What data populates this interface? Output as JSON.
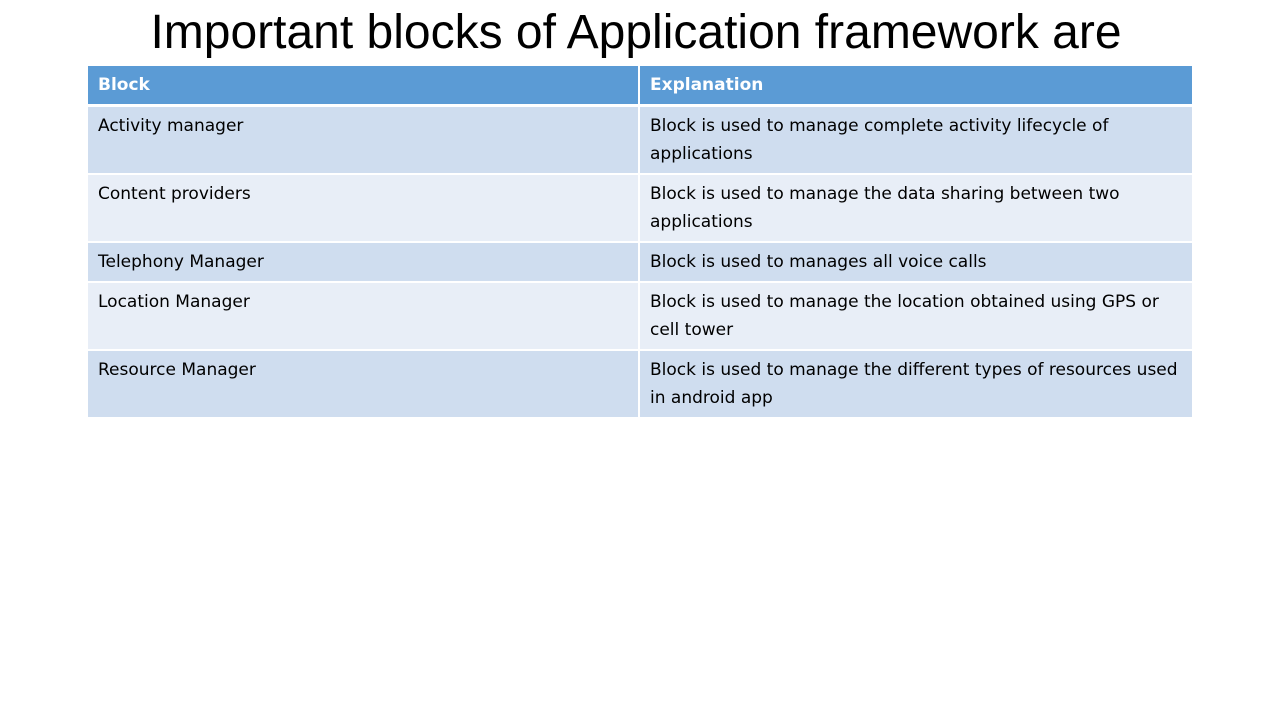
{
  "title": "Important blocks of Application framework are",
  "table": {
    "headers": [
      "Block",
      "Explanation"
    ],
    "rows": [
      [
        "Activity manager",
        "Block is used to manage complete activity lifecycle of applications"
      ],
      [
        "Content providers",
        "Block is used to manage the data sharing between two applications"
      ],
      [
        "Telephony Manager",
        "Block is used to manages all voice calls"
      ],
      [
        "Location Manager",
        "Block is used to manage the location obtained using GPS or cell tower"
      ],
      [
        "Resource Manager",
        "Block is used to manage the different types of resources used in android app"
      ]
    ]
  },
  "colors": {
    "header_bg": "#5b9bd5",
    "row_band_dark": "#cfddef",
    "row_band_light": "#e8eef7"
  }
}
